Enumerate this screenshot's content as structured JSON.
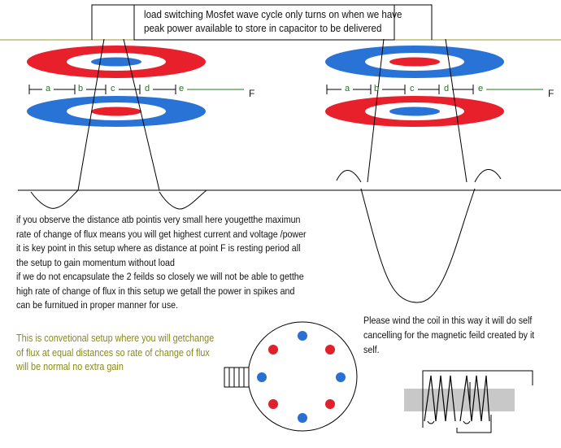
{
  "header": {
    "line1": "load switching Mosfet wave cycle  only turns on when we have",
    "line2": "peak power  available to store in capacitor to be delivered"
  },
  "segments": {
    "left": [
      "a",
      "b",
      "c",
      "d",
      "e"
    ],
    "right": [
      "a",
      "b",
      "c",
      "d",
      "e"
    ],
    "point": "F"
  },
  "notes": {
    "main": [
      "if you  observe the distance atb pointis very small here yougetthe maximun",
      "rate of change of flux means you will get highest current and voltage /power",
      "it is key point in this setup where as distance at point F is resting period all",
      "the setup to gain momentum without load",
      "if we do not encapsulate the 2 feilds so closely we will not be able to getthe",
      "high rate of change of flux in this setup we getall the power in spikes and",
      "can be furnitued in proper manner for use."
    ],
    "conventional": [
      "This is convetional setup where you will getchange",
      "of flux at equal distances  so rate of change of flux",
      "will be normal no extra gain"
    ],
    "coil": [
      "Please wind the coil in this way it will do self",
      "cancelling for the magnetic feild created by it",
      "self."
    ]
  },
  "colors": {
    "red": "#e8202c",
    "blue": "#2a73d6",
    "white": "#ffffff",
    "segment_text": "#1c7a1c",
    "conventional_text": "#8a8a1a",
    "rotor_red": "#e0202a",
    "rotor_blue": "#2a6fd4"
  }
}
